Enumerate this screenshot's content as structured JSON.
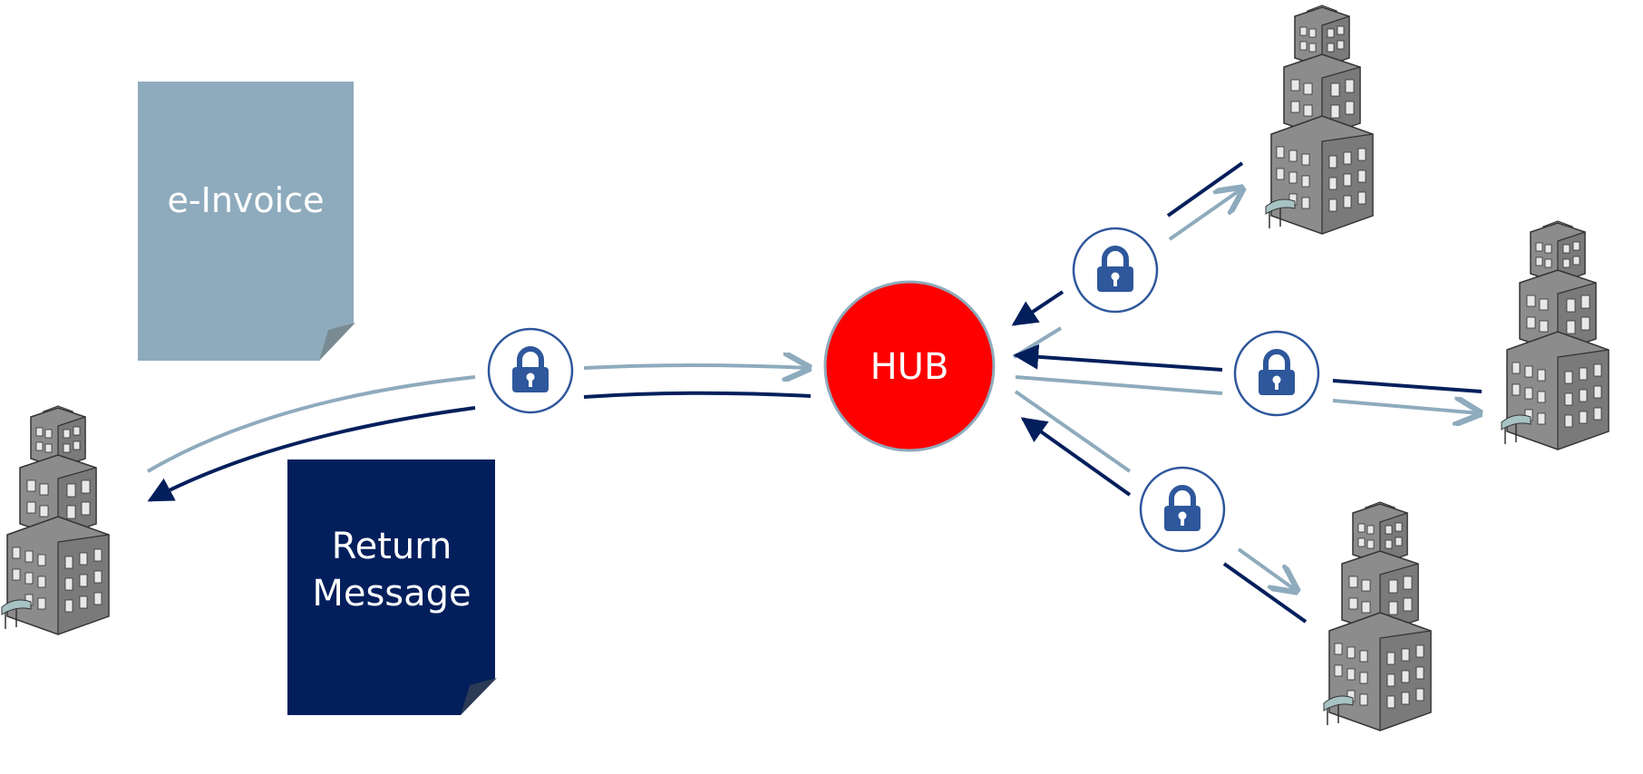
{
  "documents": {
    "invoice": {
      "lines": [
        "e-Invoice"
      ],
      "color": "#8eabbd"
    },
    "return_message": {
      "lines": [
        "Return",
        "Message"
      ],
      "color": "#021f5c"
    }
  },
  "hub": {
    "label": "HUB",
    "color": "#fe0000"
  },
  "colors": {
    "light_arrow": "#8eabbd",
    "dark_arrow": "#021f5c",
    "lock": "#2e579c",
    "lock_ring": "#2e579c"
  },
  "icons": {
    "building": "office-building-icon",
    "lock": "padlock-icon"
  }
}
